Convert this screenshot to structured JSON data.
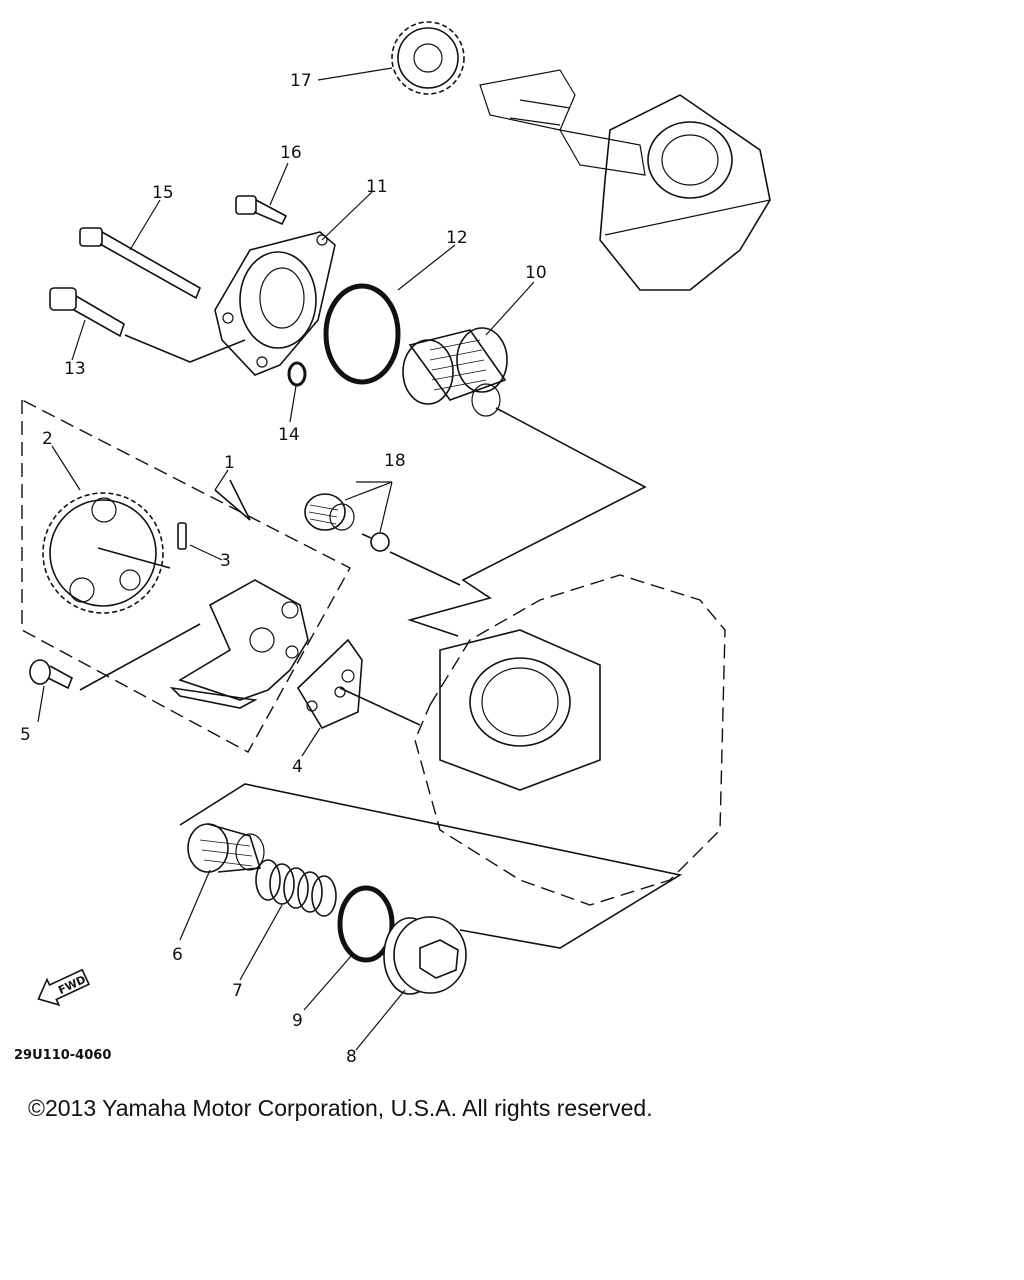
{
  "diagram": {
    "callouts": [
      "1",
      "2",
      "3",
      "4",
      "5",
      "6",
      "7",
      "8",
      "9",
      "10",
      "11",
      "12",
      "13",
      "14",
      "15",
      "16",
      "17",
      "18"
    ],
    "arrow_label": "FWD",
    "reference_code": "29U110-4060"
  },
  "footer": {
    "copyright": "©2013 Yamaha Motor Corporation, U.S.A. All rights reserved."
  }
}
